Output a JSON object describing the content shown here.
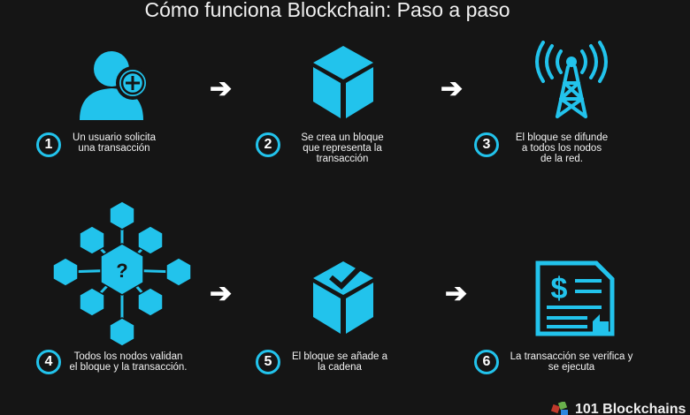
{
  "title": "Cómo funciona Blockchain: Paso a paso",
  "accent_color": "#22c3ec",
  "steps": [
    {
      "number": "1",
      "text": "Un usuario solicita una transacción",
      "icon": "user-add-icon"
    },
    {
      "number": "2",
      "text": "Se crea un bloque que representa la transacción",
      "icon": "cube-icon"
    },
    {
      "number": "3",
      "text": "El bloque se difunde a todos los nodos de la red.",
      "icon": "broadcast-tower-icon"
    },
    {
      "number": "4",
      "text": "Todos los nodos validan el bloque y la transacción.",
      "icon": "node-network-icon"
    },
    {
      "number": "5",
      "text": "El bloque se añade a la cadena",
      "icon": "cube-check-icon"
    },
    {
      "number": "6",
      "text": "La transacción se verifica y se ejecuta",
      "icon": "document-dollar-icon"
    }
  ],
  "network_center_label": "?",
  "arrow_glyph": "➔",
  "logo": {
    "text": "101 Blockchains"
  }
}
